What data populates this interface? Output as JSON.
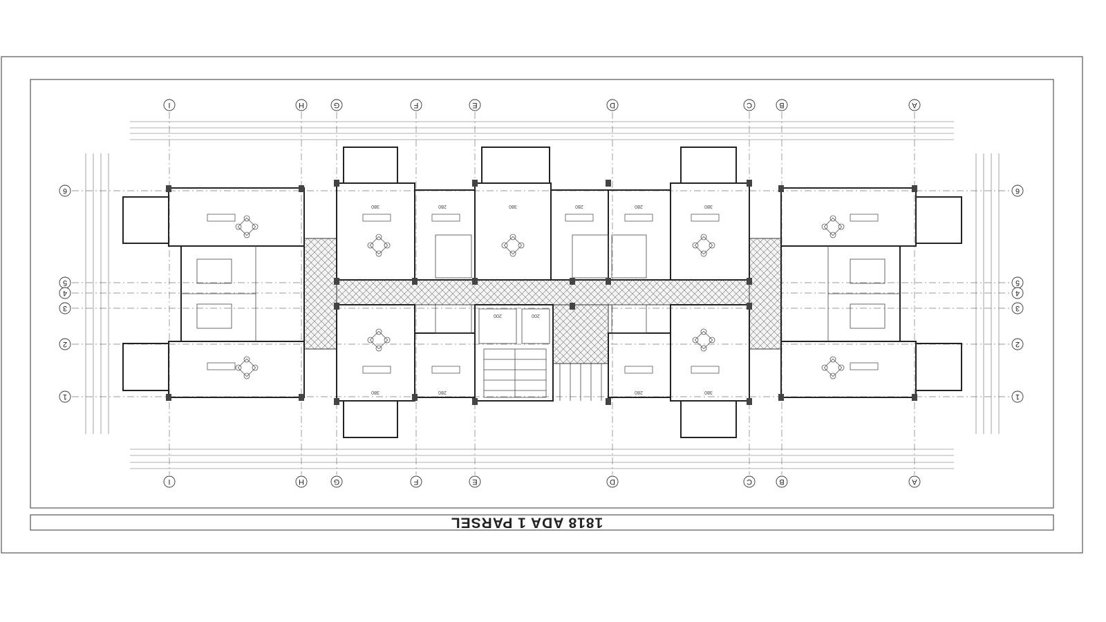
{
  "title": "1818 ADA 1 PARSEL",
  "grid_columns": [
    "I",
    "H",
    "G",
    "F",
    "E",
    "D",
    "C",
    "B",
    "A"
  ],
  "grid_rows": [
    "6",
    "5",
    "4",
    "3",
    "2",
    "1"
  ],
  "room_dimensions": {
    "upper_living_left": "380",
    "upper_bedroom_left": "280",
    "upper_living_mid": "380",
    "upper_bedroom_mid": "280",
    "upper_bedroom_right": "280",
    "upper_living_right": "380",
    "lower_living_left": "380",
    "lower_bedroom_left": "280",
    "lower_bedroom_right": "280",
    "lower_living_right": "380",
    "elevator_left": "200",
    "elevator_right": "200"
  }
}
